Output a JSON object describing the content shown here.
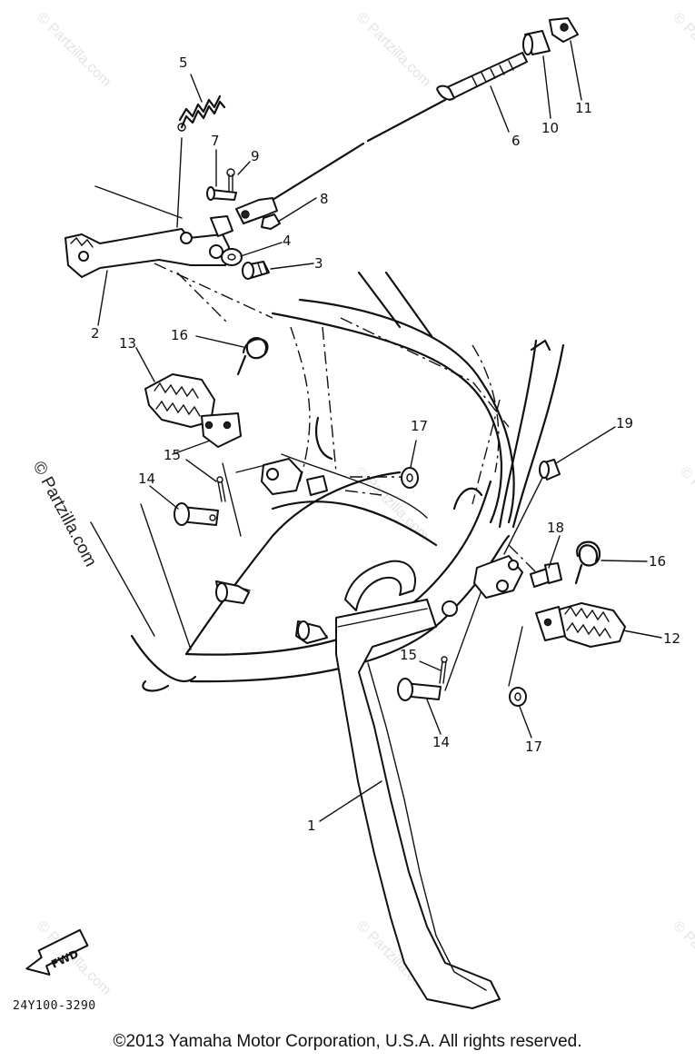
{
  "watermark": "© Partzilla.com",
  "callouts": [
    {
      "id": "lbl-5",
      "text": "5"
    },
    {
      "id": "lbl-7",
      "text": "7"
    },
    {
      "id": "lbl-9",
      "text": "9"
    },
    {
      "id": "lbl-8",
      "text": "8"
    },
    {
      "id": "lbl-4",
      "text": "4"
    },
    {
      "id": "lbl-3",
      "text": "3"
    },
    {
      "id": "lbl-2",
      "text": "2"
    },
    {
      "id": "lbl-6",
      "text": "6"
    },
    {
      "id": "lbl-10",
      "text": "10"
    },
    {
      "id": "lbl-11",
      "text": "11"
    },
    {
      "id": "lbl-13",
      "text": "13"
    },
    {
      "id": "lbl-16a",
      "text": "16"
    },
    {
      "id": "lbl-15a",
      "text": "15"
    },
    {
      "id": "lbl-14a",
      "text": "14"
    },
    {
      "id": "lbl-17a",
      "text": "17"
    },
    {
      "id": "lbl-19",
      "text": "19"
    },
    {
      "id": "lbl-18",
      "text": "18"
    },
    {
      "id": "lbl-16b",
      "text": "16"
    },
    {
      "id": "lbl-12",
      "text": "12"
    },
    {
      "id": "lbl-15b",
      "text": "15"
    },
    {
      "id": "lbl-14b",
      "text": "14"
    },
    {
      "id": "lbl-17b",
      "text": "17"
    },
    {
      "id": "lbl-1",
      "text": "1"
    }
  ],
  "fwd_arrow_label": "FWD",
  "part_code": "24Y100-3290",
  "copyright": "©2013  Yamaha Motor Corporation, U.S.A. All rights reserved."
}
